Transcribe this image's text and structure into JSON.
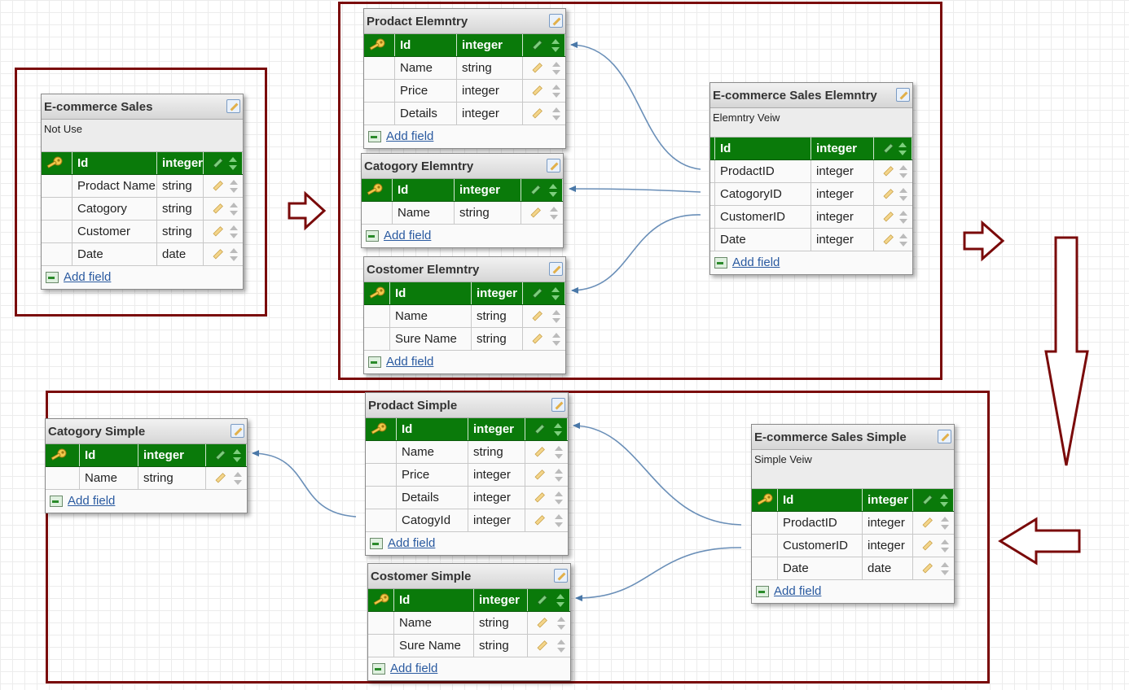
{
  "labels": {
    "add_field": "Add field"
  },
  "tables": {
    "sales": {
      "title": "E-commerce Sales",
      "comment": "Not Use",
      "header": [
        "Id",
        "integer"
      ],
      "rows": [
        [
          "Prodact Name",
          "string"
        ],
        [
          "Catogory",
          "string"
        ],
        [
          "Customer",
          "string"
        ],
        [
          "Date",
          "date"
        ]
      ]
    },
    "prod_el": {
      "title": "Prodact Elemntry",
      "header": [
        "Id",
        "integer"
      ],
      "rows": [
        [
          "Name",
          "string"
        ],
        [
          "Price",
          "integer"
        ],
        [
          "Details",
          "integer"
        ]
      ]
    },
    "cat_el": {
      "title": "Catogory Elemntry",
      "header": [
        "Id",
        "integer"
      ],
      "rows": [
        [
          "Name",
          "string"
        ]
      ]
    },
    "cust_el": {
      "title": "Costomer Elemntry",
      "header": [
        "Id",
        "integer"
      ],
      "rows": [
        [
          "Name",
          "string"
        ],
        [
          "Sure Name",
          "string"
        ]
      ]
    },
    "sales_el": {
      "title": "E-commerce Sales Elemntry",
      "comment": "Elemntry Veiw",
      "header": [
        "Id",
        "integer"
      ],
      "rows": [
        [
          "ProdactID",
          "integer"
        ],
        [
          "CatogoryID",
          "integer"
        ],
        [
          "CustomerID",
          "integer"
        ],
        [
          "Date",
          "integer"
        ]
      ]
    },
    "cat_si": {
      "title": "Catogory Simple",
      "header": [
        "Id",
        "integer"
      ],
      "rows": [
        [
          "Name",
          "string"
        ]
      ]
    },
    "prod_si": {
      "title": "Prodact Simple",
      "header": [
        "Id",
        "integer"
      ],
      "rows": [
        [
          "Name",
          "string"
        ],
        [
          "Price",
          "integer"
        ],
        [
          "Details",
          "integer"
        ],
        [
          "CatogyId",
          "integer"
        ]
      ]
    },
    "cust_si": {
      "title": "Costomer Simple",
      "header": [
        "Id",
        "integer"
      ],
      "rows": [
        [
          "Name",
          "string"
        ],
        [
          "Sure Name",
          "string"
        ]
      ]
    },
    "sales_si": {
      "title": "E-commerce Sales Simple",
      "comment": "Simple Veiw",
      "header": [
        "Id",
        "integer"
      ],
      "rows": [
        [
          "ProdactID",
          "integer"
        ],
        [
          "CustomerID",
          "integer"
        ],
        [
          "Date",
          "date"
        ]
      ]
    }
  },
  "colors": {
    "header_green": "#0a7a0a",
    "frame_red": "#7a0a0a",
    "link_line": "#6a8fb8"
  }
}
